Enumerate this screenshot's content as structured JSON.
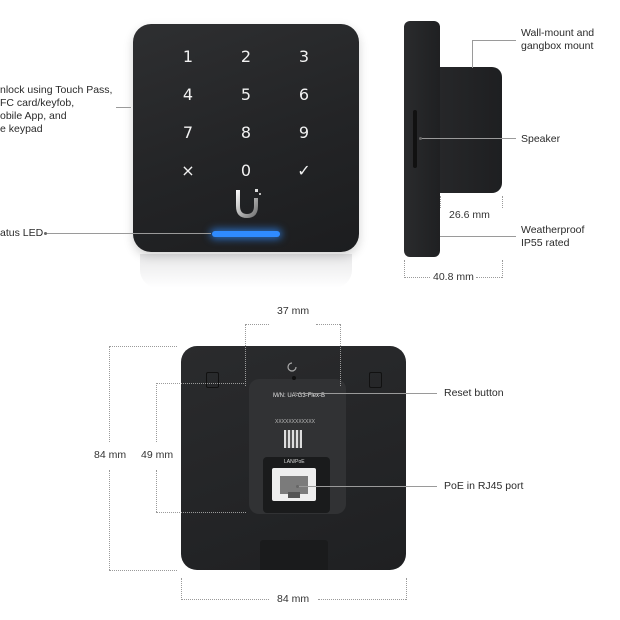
{
  "front": {
    "keys": [
      "1",
      "2",
      "3",
      "4",
      "5",
      "6",
      "7",
      "8",
      "9",
      "×",
      "0",
      "✓"
    ],
    "unlock_label_lines": [
      "nlock using Touch Pass,",
      "FC card/keyfob,",
      "obile App, and",
      "e keypad"
    ],
    "status_led_label": "atus LED"
  },
  "side": {
    "wall_mount_label_lines": [
      "Wall-mount and",
      "gangbox mount"
    ],
    "speaker_label": "Speaker",
    "weatherproof_label_lines": [
      "Weatherproof",
      "IP55 rated"
    ],
    "dim_body_depth": "26.6 mm",
    "dim_total_depth": "40.8 mm"
  },
  "back": {
    "dim_plate_width": "37 mm",
    "dim_height": "84 mm",
    "dim_plate_height": "49 mm",
    "dim_width": "84 mm",
    "reset_label": "Reset button",
    "poe_label": "PoE in RJ45 port",
    "model_text": "M/N: UA-G3-Flex-B",
    "port_label": "LAN/PoE",
    "serial_text": "XXXXXXXXXXXX"
  },
  "colors": {
    "device_body": "#232426",
    "led": "#2f8bff",
    "leader_line": "#9a9a9a"
  }
}
